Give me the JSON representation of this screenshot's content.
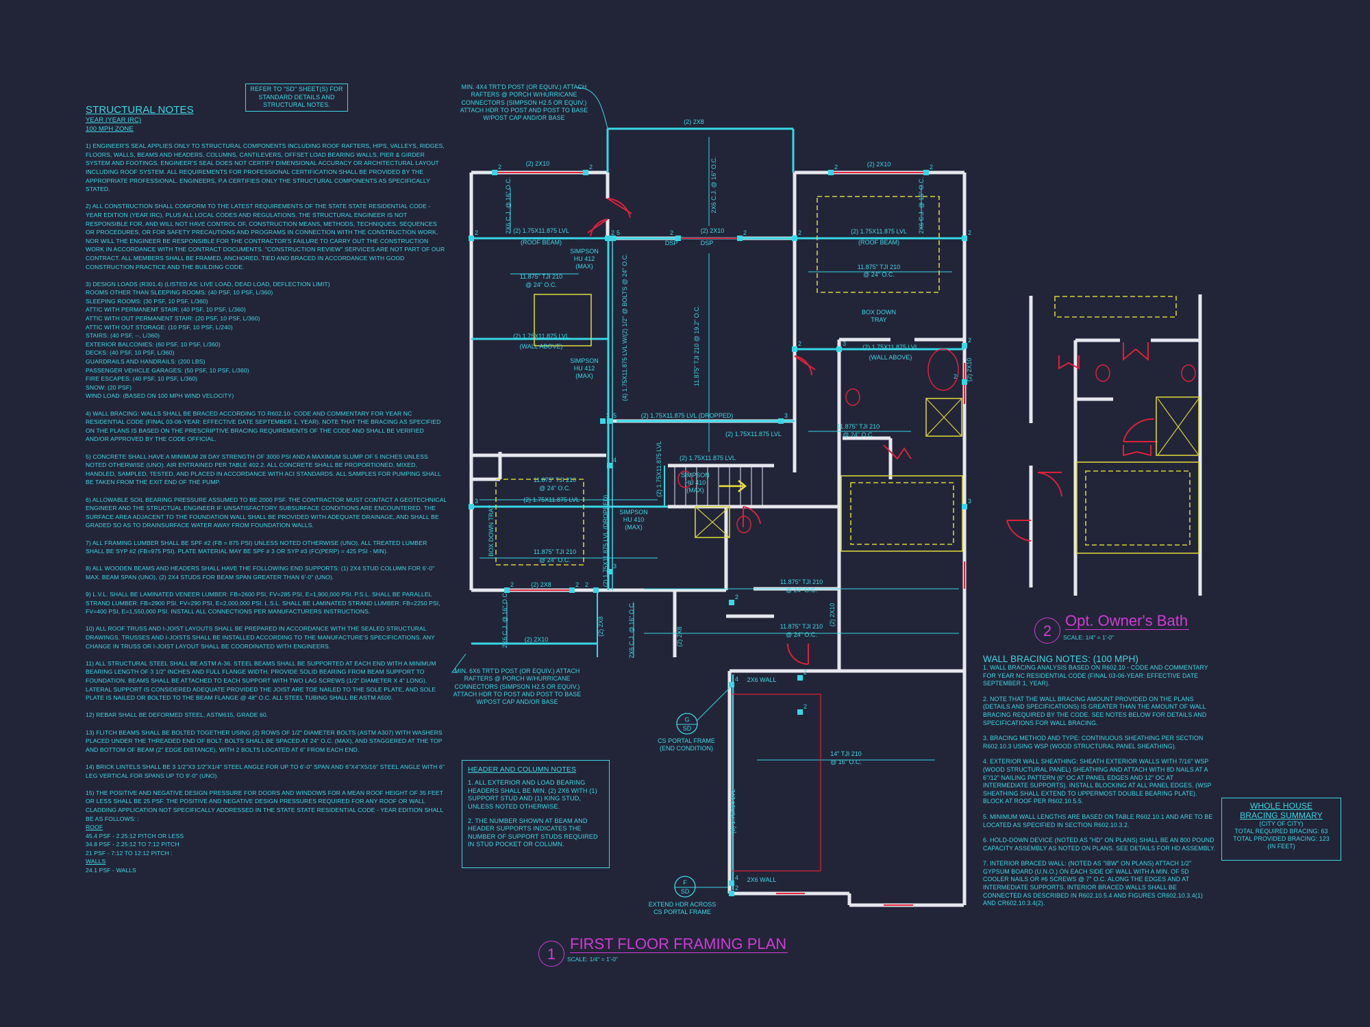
{
  "colors": {
    "background": "#222538",
    "text": "#3fd8e4",
    "wall": "#e6e8ee",
    "beam": "#37d8e6",
    "door_window": "#e0203a",
    "fixture": "#d8d23a",
    "title": "#d23bd6"
  },
  "refer_note": "REFER TO \"SD\" SHEET(S) FOR STANDARD DETAILS AND STRUCTURAL NOTES.",
  "structural_notes": {
    "title": "STRUCTURAL NOTES",
    "year": "YEAR (YEAR IRC)",
    "zone": "100 mph ZONE",
    "n1": "1) ENGINEER'S SEAL APPLIES ONLY TO STRUCTURAL COMPONENTS INCLUDING ROOF RAFTERS, HIPS, VALLEYS, RIDGES, FLOORS, WALLS, BEAMS AND HEADERS, COLUMNS, CANTILEVERS, OFFSET LOAD BEARING WALLS, PIER & GIRDER SYSTEM AND FOOTINGS. ENGINEER'S SEAL DOES NOT CERTIFY DIMENSIONAL ACCURACY OR ARCHITECTURAL LAYOUT INCLUDING ROOF SYSTEM. ALL REQUIREMENTS FOR PROFESSIONAL CERTIFICATION SHALL BE PROVIDED BY THE APPROPRIATE PROFESSIONAL. ENGINEERS, P.A CERTIFIES ONLY THE STRUCTURAL COMPONENTS AS SPECIFICALLY STATED.",
    "n2": "2) ALL CONSTRUCTION SHALL CONFORM TO THE LATEST REQUIREMENTS OF THE STATE STATE RESIDENTIAL CODE - YEAR EDITION (YEAR IRC), PLUS ALL LOCAL CODES AND REGULATIONS. THE STRUCTURAL ENGINEER IS NOT RESPONSIBLE FOR, AND WILL NOT HAVE CONTROL OF, CONSTRUCTION MEANS, METHODS, TECHNIQUES, SEQUENCES OR PROCEDURES, OR FOR SAFETY PRECAUTIONS AND PROGRAMS IN CONNECTION WITH THE CONSTRUCTION WORK, NOR WILL THE ENGINEER BE RESPONSIBLE FOR THE CONTRACTOR'S FAILURE TO CARRY OUT THE CONSTRUCTION WORK IN ACCORDANCE WITH THE CONTRACT DOCUMENTS. \"CONSTRUCTION REVIEW\" SERVICES ARE NOT PART OF OUR CONTRACT. ALL MEMBERS SHALL BE FRAMED, ANCHORED, TIED AND BRACED IN ACCORDANCE WITH GOOD CONSTRUCTION PRACTICE AND THE BUILDING CODE.",
    "n3_lines": [
      "3) DESIGN LOADS (R301.4) (LISTED AS: LIVE LOAD, DEAD LOAD, DEFLECTION LIMIT)",
      "ROOMS OTHER THAN SLEEPING ROOMS: (40 PSF, 10 PSF, L/360)",
      "SLEEPING ROOMS: (30 PSF, 10 PSF, L/360)",
      "ATTIC WITH PERMANENT STAIR: (40 PSF, 10 PSF, L/360)",
      "ATTIC WITH OUT PERMANENT STAIR: (20 PSF, 10 PSF, L/360)",
      "ATTIC WITH OUT STORAGE: (10 PSF, 10 PSF, L/240)",
      "STAIRS: (40 PSF, --, L/360)",
      "EXTERIOR BALCONIES: (60 PSF, 10 PSF, L/360)",
      "DECKS: (40 PSF, 10 PSF, L/360)",
      "GUARDRAILS AND HANDRAILS: (200 LBS)",
      "PASSENGER VEHICLE GARAGES: (50 PSF, 10 PSF, L/360)",
      "FIRE ESCAPES: (40 PSF, 10 PSF, L/360)",
      "SNOW: (20 PSF)",
      "WIND LOAD: (BASED ON 100 MPH WIND VELOCITY)"
    ],
    "n4": "4) WALL BRACING: WALLS SHALL BE BRACED ACCORDING TO R602.10- CODE AND COMMENTARY FOR YEAR NC RESIDENTIAL CODE (FINAL 03-06-YEAR: EFFECTIVE DATE SEPTEMBER 1, YEAR). NOTE THAT THE BRACING AS SPECIFIED ON THE PLANS IS BASED ON THE PRESCRIPTIVE BRACING REQUIREMENTS OF THE CODE AND SHALL BE VERIFIED AND/OR APPROVED BY THE CODE OFFICIAL.",
    "n5": "5) CONCRETE SHALL HAVE A MINIMUM 28 DAY STRENGTH OF 3000 PSI AND A MAXIMUM SLUMP OF 5 INCHES UNLESS NOTED OTHERWISE (UNO). AIR ENTRAINED PER TABLE 402.2. ALL CONCRETE SHALL BE PROPORTIONED, MIXED, HANDLED, SAMPLED, TESTED, AND PLACED IN ACCORDANCE WITH ACI STANDARDS. ALL SAMPLES FOR PUMPING SHALL BE TAKEN FROM THE EXIT END OF THE PUMP.",
    "n6": "6) ALLOWABLE SOIL BEARING PRESSURE ASSUMED TO BE 2000 PSF. THE CONTRACTOR MUST CONTACT A GEOTECHNICAL ENGINEER AND THE STRUCTUAL ENGINEER IF UNSATISFACTORY SUBSURFACE CONDITIONS ARE ENCOUNTERED. THE SURFACE AREA ADJACENT TO THE FOUNDATION WALL SHALL BE PROVIDED WITH ADEQUATE DRAINAGE, AND SHALL BE GRADED SO AS TO DRAINSURFACE WATER AWAY FROM FOUNDATION WALLS.",
    "n7": "7) ALL FRAMING LUMBER SHALL BE SPF #2 (Fb = 875 PSI) UNLESS NOTED OTHERWISE (UNO). ALL TREATED LUMBER SHALL BE SYP #2 (Fb=975 PSI). PLATE MATERIAL MAY BE SPF # 3 OR SYP #3 (Fc(perp) = 425 PSI - MIN).",
    "n8": "8) ALL WOODEN BEAMS AND HEADERS SHALL HAVE THE FOLLOWING END SUPPORTS: (1) 2x4 STUD COLUMN FOR 6'-0\" MAX. BEAM SPAN (UNO), (2) 2X4 STUDS FOR BEAM SPAN GREATER THAN 6'-0\" (UNO).",
    "n9": "9) L.V.L. SHALL BE LAMINATED VENEER LUMBER: Fb=2600 PSI, Fv=285 PSI, E=1,900,000 PSI. P.S.L. SHALL BE PARALLEL STRAND LUMBER: Fb=2900 PSI, Fv=290 PSI, E=2,000,000 PSI. L.S.L. SHALL BE LAMINATED STRAND LUMBER: Fb=2250 PSI, Fv=400 PSI, E=1,550,000 PSI. INSTALL ALL CONNECTIONS PER MANUFACTURERS INSTRUCTIONS.",
    "n10": "10) ALL ROOF TRUSS AND I-JOIST LAYOUTS SHALL BE PREPARED IN ACCORDANCE WITH THE SEALED STRUCTURAL DRAWINGS. TRUSSES AND I-JOISTS SHALL BE INSTALLED ACCORDING TO THE MANUFACTURE'S SPECIFICATIONS. ANY CHANGE IN TRUSS OR I-JOIST LAYOUT SHALL BE COORDINATED WITH ENGINEERS.",
    "n11": "11) ALL STRUCTURAL STEEL SHALL BE ASTM A-36. STEEL BEAMS SHALL BE SUPPORTED AT EACH END WITH A MINIMUM BEARING LENGTH OF 3 1/2\" INCHES AND FULL FLANGE WIDTH. PROVIDE SOLID BEARING FROM BEAM SUPPORT TO FOUNDATION. BEAMS SHALL BE ATTACHED TO EACH SUPPORT WITH TWO LAG SCREWS (1/2\" DIAMETER x 4\" LONG). LATERAL SUPPORT IS CONSIDERED ADEQUATE PROVIDED THE JOIST ARE TOE NAILED TO THE SOLE PLATE, AND SOLE PLATE IS NAILED OR BOLTED TO THE BEAM FLANGE @ 48\" O.C. ALL STEEL TUBING SHALL BE ASTM A500.",
    "n12": "12) REBAR SHALL BE DEFORMED STEEL, ASTM615, GRADE 60.",
    "n13": "13) FLITCH BEAMS SHALL BE BOLTED TOGETHER USING (2) ROWS OF 1/2\" DIAMETER BOLTS (ASTM A307) WITH WASHERS PLACED UNDER THE THREADED END OF BOLT. BOLTS SHALL BE SPACED AT 24\" O.C. (MAX), AND STAGGERED AT THE TOP AND BOTTOM OF BEAM (2\" EDGE DISTANCE), WITH 2 BOLTS LOCATED AT 6\" FROM EACH END.",
    "n14": "14) BRICK LINTELS SHALL BE 3 1/2\"x3 1/2\"x1/4\" STEEL ANGLE FOR UP TO 6'-0\" SPAN AND 6\"x4\"x5/16\" STEEL ANGLE WITH 6\" LEG VERTICAL FOR SPANS UP TO 9'-0\" (UNO).",
    "n15": "15) THE POSITIVE AND NEGATIVE DESIGN PRESSURE FOR DOORS AND WINDOWS FOR A MEAN ROOF HEIGHT OF 35 FEET OR LESS SHALL BE 25 PSF. THE POSITIVE AND NEGATIVE DESIGN PRESSURES REQUIRED FOR ANY ROOF OR WALL CLADDING APPLICATION NOT SPECIFICALLY ADDRESSED IN THE STATE STATE RESIDENTIAL CODE - YEAR EDITION SHALL BE AS FOLLOWS: :",
    "roof_head": "ROOF",
    "roof_lines": [
      "45.4 PSF - 2.25:12 PITCH OR LESS",
      "34.8 PSF - 2.25:12 TO 7:12 PITCH",
      "21 PSF - 7:12 TO 12:12 PITCH :"
    ],
    "walls_head": "WALLS",
    "walls_lines": [
      "24.1 PSF - WALLS"
    ]
  },
  "porch_note_top": "MIN. 4x4 TRT'D POST (OR EQUIV.) ATTACH RAFTERS @ PORCH w/HURRICANE CONNECTORS (SIMPSON H2.5 OR EQUIV.) ATTACH HDR TO POST AND POST TO BASE w/POST CAP AND/OR BASE",
  "porch_note_bottom": "MIN. 6x6 TRT'D POST (OR EQUIV.) ATTACH RAFTERS @ PORCH w/HURRICANE CONNECTORS (SIMPSON H2.5 OR EQUIV.) ATTACH HDR TO POST AND POST TO BASE w/POST CAP AND/OR BASE",
  "header_notes": {
    "title": "HEADER AND COLUMN NOTES",
    "n1": "1. ALL EXTERIOR AND LOAD BEARING HEADERS SHALL BE MIN. (2) 2x6 WITH (1) SUPPORT STUD AND (1) KING STUD, UNLESS NOTED OTHERWISE.",
    "n2": "2. THE NUMBER SHOWN AT BEAM AND HEADER SUPPORTS INDICATES THE NUMBER OF SUPPORT STUDS REQUIRED IN STUD POCKET OR COLUMN."
  },
  "details": {
    "g": {
      "letter": "G",
      "sheet": "SD",
      "label1": "CS PORTAL FRAME",
      "label2": "(END CONDITION)"
    },
    "f": {
      "letter": "F",
      "sheet": "SD",
      "label1": "EXTEND HDR ACROSS",
      "label2": "CS PORTAL FRAME"
    }
  },
  "plan_labels": [
    "(2) 2x8",
    "2x6 C.J. @ 16\" O.C.",
    "(2) 2x10",
    "2x6 C.J. @ 16\" O.C.",
    "(2) 1.75x11.875 LVL",
    "(ROOF BEAM)",
    "SIMPSON",
    "HU 412",
    "(MAX)",
    "11.875\" TJI 210",
    "@ 24\" O.C.",
    "(2) 2x10",
    "DSP",
    "DSP",
    "(4) 1.75x11.875 LVL w/(2) 1/2\" @ BOLTS @ 24\" O.C.",
    "11.875\" TJI 210 @ 19.2\" O.C.",
    "(2) 1.75x11.875 LVL",
    "(WALL ABOVE)",
    "SIMPSON",
    "HU 412",
    "(MAX)",
    "(2) 2x10",
    "2x6 C.J. @ 16\" O.C.",
    "(2) 1.75x11.875 LVL",
    "(ROOF BEAM)",
    "11.875\" TJI 210",
    "@ 24\" O.C.",
    "BOX DOWN",
    "TRAY",
    "(2) 1.75x11.875 LVL",
    "(WALL ABOVE)",
    "(2) 2x10",
    "(2) 1.75x11.875 LVL (DROPPED)",
    "(2) 1.75x11.875 LVL",
    "(2) 1.75x11.875 LVL",
    "11.875\" TJI 210",
    "@ 24\" O.C.",
    "(2) 1.75x11.875 LVL",
    "SIMPSON",
    "HU 410",
    "(MAX)",
    "11.875\" TJI 210",
    "@ 24\" O.C.",
    "(2) 1.75x11.875 LVL",
    "BOX DOWN TRAY",
    "(2) 1.75x11.875 LVL (DROPPED)",
    "SIMPSON",
    "HU 410",
    "(MAX)",
    "11.875\" TJI 210",
    "@ 24\" O.C.",
    "(2) 2x8",
    "2x6 C.J. @ 16\" O.C.",
    "(2) 2x10",
    "(2) 2x8",
    "2x6 C.J. @ 16\" O.C.",
    "(2) 2x8",
    "11.875\" TJI 210",
    "@ 24\" O.C.",
    "11.875\" TJI 210",
    "@ 24\" O.C.",
    "(2) 2x10",
    "2x6 WALL",
    "2x6 WALL",
    "14\" TJI 210",
    "@ 16\" O.C.",
    "(3) 1.75x14 LVL"
  ],
  "stud_counts": [
    "2",
    "2",
    "2",
    "2",
    "5",
    "2",
    "2",
    "2",
    "2",
    "2",
    "2",
    "3",
    "3",
    "3",
    "5",
    "3",
    "4",
    "3",
    "3",
    "2",
    "2",
    "2",
    "2",
    "2",
    "2",
    "2",
    "2",
    "2",
    "4",
    "4",
    "2"
  ],
  "plan_title": {
    "number": "1",
    "title": "FIRST FLOOR FRAMING PLAN",
    "scale": "SCALE: 1/4\" = 1'-0\""
  },
  "bath_title": {
    "number": "2",
    "title": "Opt. Owner's Bath",
    "scale": "SCALE: 1/4\" = 1'-0\""
  },
  "wall_bracing": {
    "title": "WALL BRACING NOTES: (100 MPH)",
    "n1": "1. WALL BRACING ANALYSIS BASED ON R602.10 - CODE AND COMMENTARY FOR YEAR NC RESIDENTIAL CODE (FINAL 03-06-YEAR: EFFECTIVE DATE SEPTEMBER 1, YEAR).",
    "n2": "2. NOTE THAT THE WALL BRACING AMOUNT PROVIDED ON THE PLANS (DETAILS AND SPECIFICATIONS) IS GREATER THAN THE AMOUNT OF WALL BRACING REQUIRED BY THE CODE. SEE NOTES BELOW FOR DETAILS AND SPECIFICATIONS FOR WALL BRACING.",
    "n3": "3. BRACING METHOD AND TYPE: CONTINUOUS SHEATHING PER SECTION R602.10.3 USING WSP (WOOD STRUCTURAL PANEL SHEATHING).",
    "n4": "4. EXTERIOR WALL SHEATHING: SHEATH EXTERIOR WALLS WITH 7/16\" WSP (WOOD STRUCTURAL PANEL) SHEATHING AND ATTACH WITH 8d NAILS AT A 6\"/12\" NAILING PATTERN (6\" OC AT PANEL EDGES AND 12\" OC AT INTERMEDIATE SUPPORTS). INSTALL BLOCKING AT ALL PANEL EDGES. (WSP SHEATHING SHALL EXTEND TO UPPERMOST DOUBLE BEARING PLATE). BLOCK AT ROOF PER R602.10.5.5.",
    "n5": "5. MINIMUM WALL LENGTHS ARE BASED ON TABLE R602.10.1 AND ARE TO BE LOCATED AS SPECIFIED IN SECTION R602.10.3.2.",
    "n6": "6. HOLD-DOWN DEVICE (NOTED AS \"HD\" ON PLANS) SHALL BE AN 800 POUND CAPACITY ASSEMBLY AS NOTED ON PLANS. SEE DETAILS FOR HD ASSEMBLY.",
    "n7": "7. INTERIOR BRACED WALL: (NOTED AS \"IBW\" ON PLANS) ATTACH 1/2\" GYPSUM BOARD (U.N.O.) ON EACH SIDE OF WALL WITH A MIN. OF 5d COOLER NAILS OR #6 SCREWS @ 7\" O.C. ALONG THE EDGES AND AT INTERMEDIATE SUPPORTS. INTERIOR BRACED WALLS SHALL BE CONNECTED AS DESCRIBED IN R602.10.5.4 AND FIGURES CR602.10.3.4(1) AND CR602.10.3.4(2)."
  },
  "bracing_summary": {
    "title1": "WHOLE HOUSE",
    "title2": "BRACING SUMMARY",
    "city": "(CITY OF CITY)",
    "required": "TOTAL REQUIRED BRACING: 63",
    "provided": "TOTAL PROVIDED BRACING: 123",
    "units": "(IN FEET)"
  }
}
